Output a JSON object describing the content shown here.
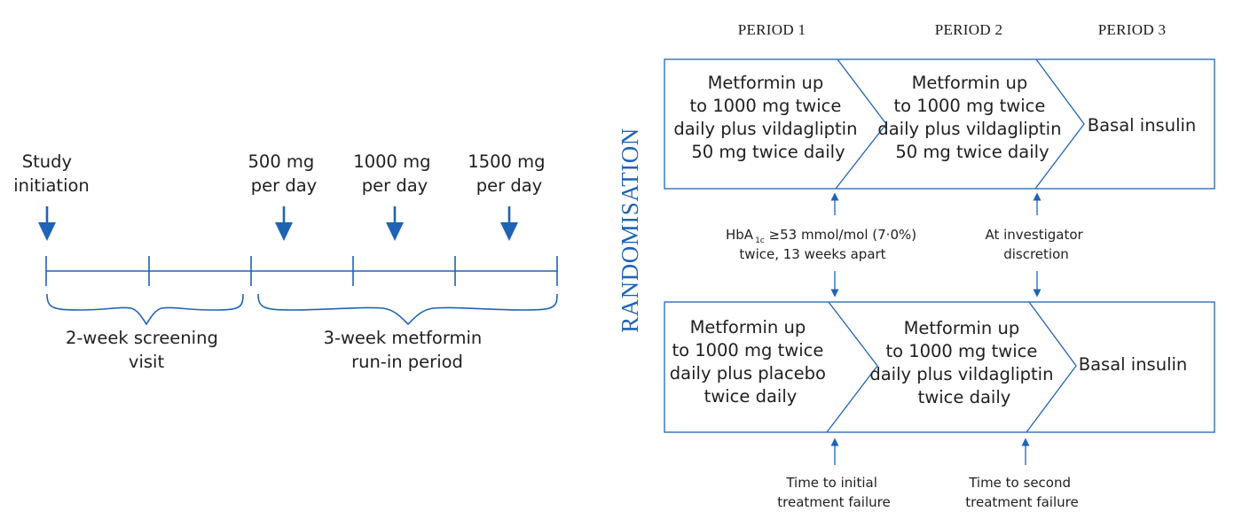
{
  "colors": {
    "accent": "#1f63b4",
    "text": "#1f1f1f",
    "background": "#ffffff"
  },
  "left": {
    "study_initiation": [
      "Study",
      "initiation"
    ],
    "dose_labels": [
      [
        "500 mg",
        "per day"
      ],
      [
        "1000 mg",
        "per day"
      ],
      [
        "1500 mg",
        "per day"
      ]
    ],
    "screening_label": [
      "2-week screening",
      "visit"
    ],
    "runin_label": [
      "3-week metformin",
      "run-in period"
    ]
  },
  "right": {
    "randomisation_label": "RANDOMISATION",
    "periods": [
      "PERIOD 1",
      "PERIOD 2",
      "PERIOD 3"
    ],
    "top_arm": {
      "period1": [
        "Metformin up",
        "to 1000 mg twice",
        "daily plus vildagliptin",
        "50 mg twice daily"
      ],
      "period2": [
        "Metformin up",
        "to 1000 mg twice",
        "daily plus vildagliptin",
        "50 mg twice daily"
      ],
      "period3": [
        "Basal insulin"
      ]
    },
    "bottom_arm": {
      "period1": [
        "Metformin up",
        "to 1000 mg twice",
        "daily plus placebo",
        "twice daily"
      ],
      "period2": [
        "Metformin up",
        "to 1000 mg twice",
        "daily plus vildagliptin",
        "twice daily"
      ],
      "period3": [
        "Basal insulin"
      ]
    },
    "transition1": {
      "hba_prefix": "HbA",
      "hba_subscript": "1c",
      "hba_rest": " ≥53 mmol/mol (7·0%)",
      "line2": "twice, 13 weeks apart"
    },
    "transition2": [
      "At investigator",
      "discretion"
    ],
    "outcome1": [
      "Time to initial",
      "treatment failure"
    ],
    "outcome2": [
      "Time to second",
      "treatment failure"
    ]
  }
}
